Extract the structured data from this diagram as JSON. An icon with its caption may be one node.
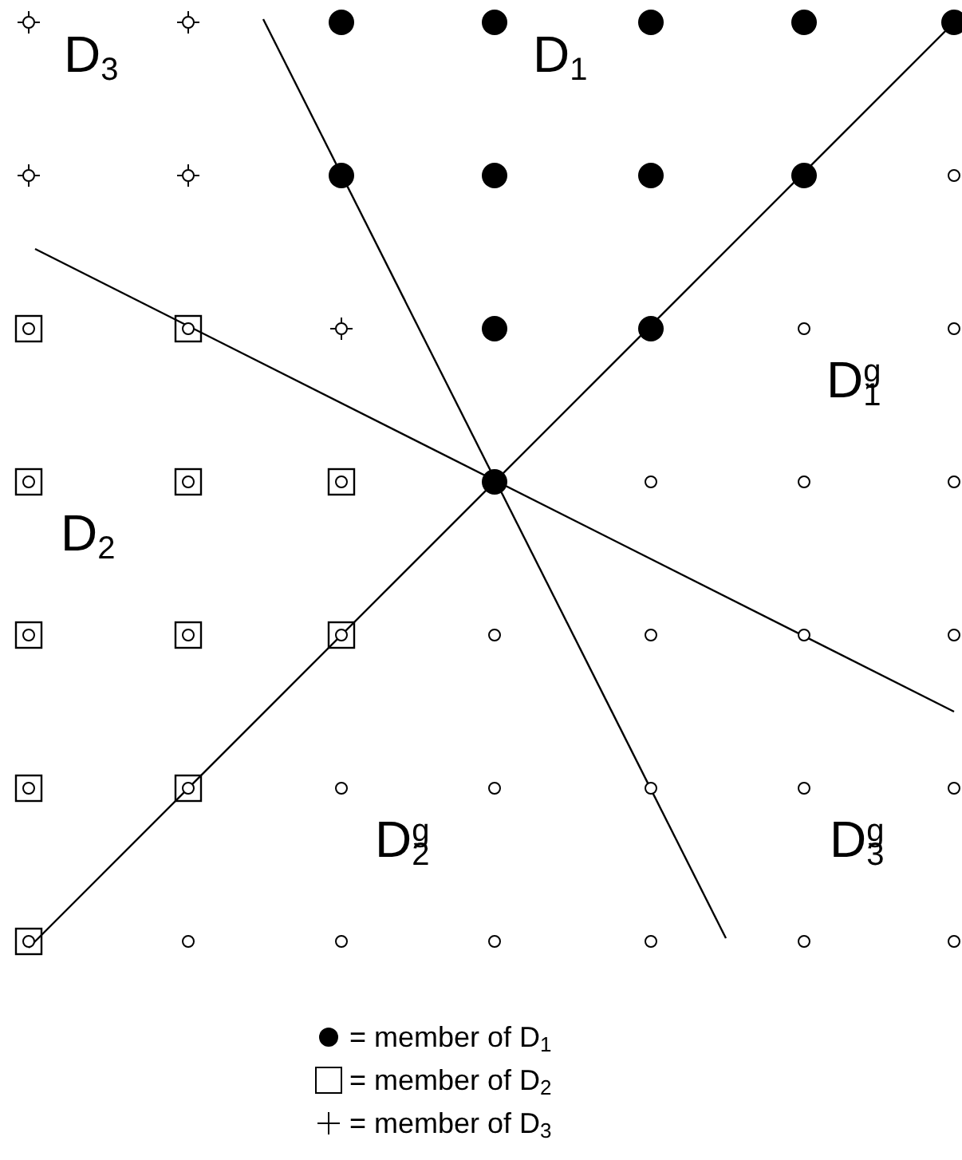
{
  "diagram": {
    "labels": [
      "D$_{3}$",
      "D$_{1}$",
      "D$^{g}$$_{1}$",
      "D$_{2}$",
      "D$^{g}$$_{2}$",
      "D$^{g}$$_{3}$"
    ],
    "legend": [
      {
        "text": "= member of D$_{1}$"
      },
      {
        "text": "= member of D$_{2}$"
      },
      {
        "text": "= member of D$_{3}$"
      }
    ]
  }
}
